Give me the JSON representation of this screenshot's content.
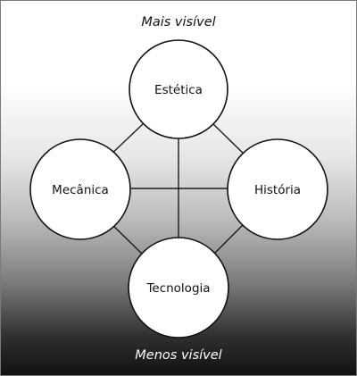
{
  "diagram": {
    "top_label": "Mais visível",
    "bottom_label": "Menos visível",
    "nodes": {
      "estetica": "Estética",
      "mecanica": "Mecânica",
      "historia": "História",
      "tecnologia": "Tecnologia"
    }
  }
}
